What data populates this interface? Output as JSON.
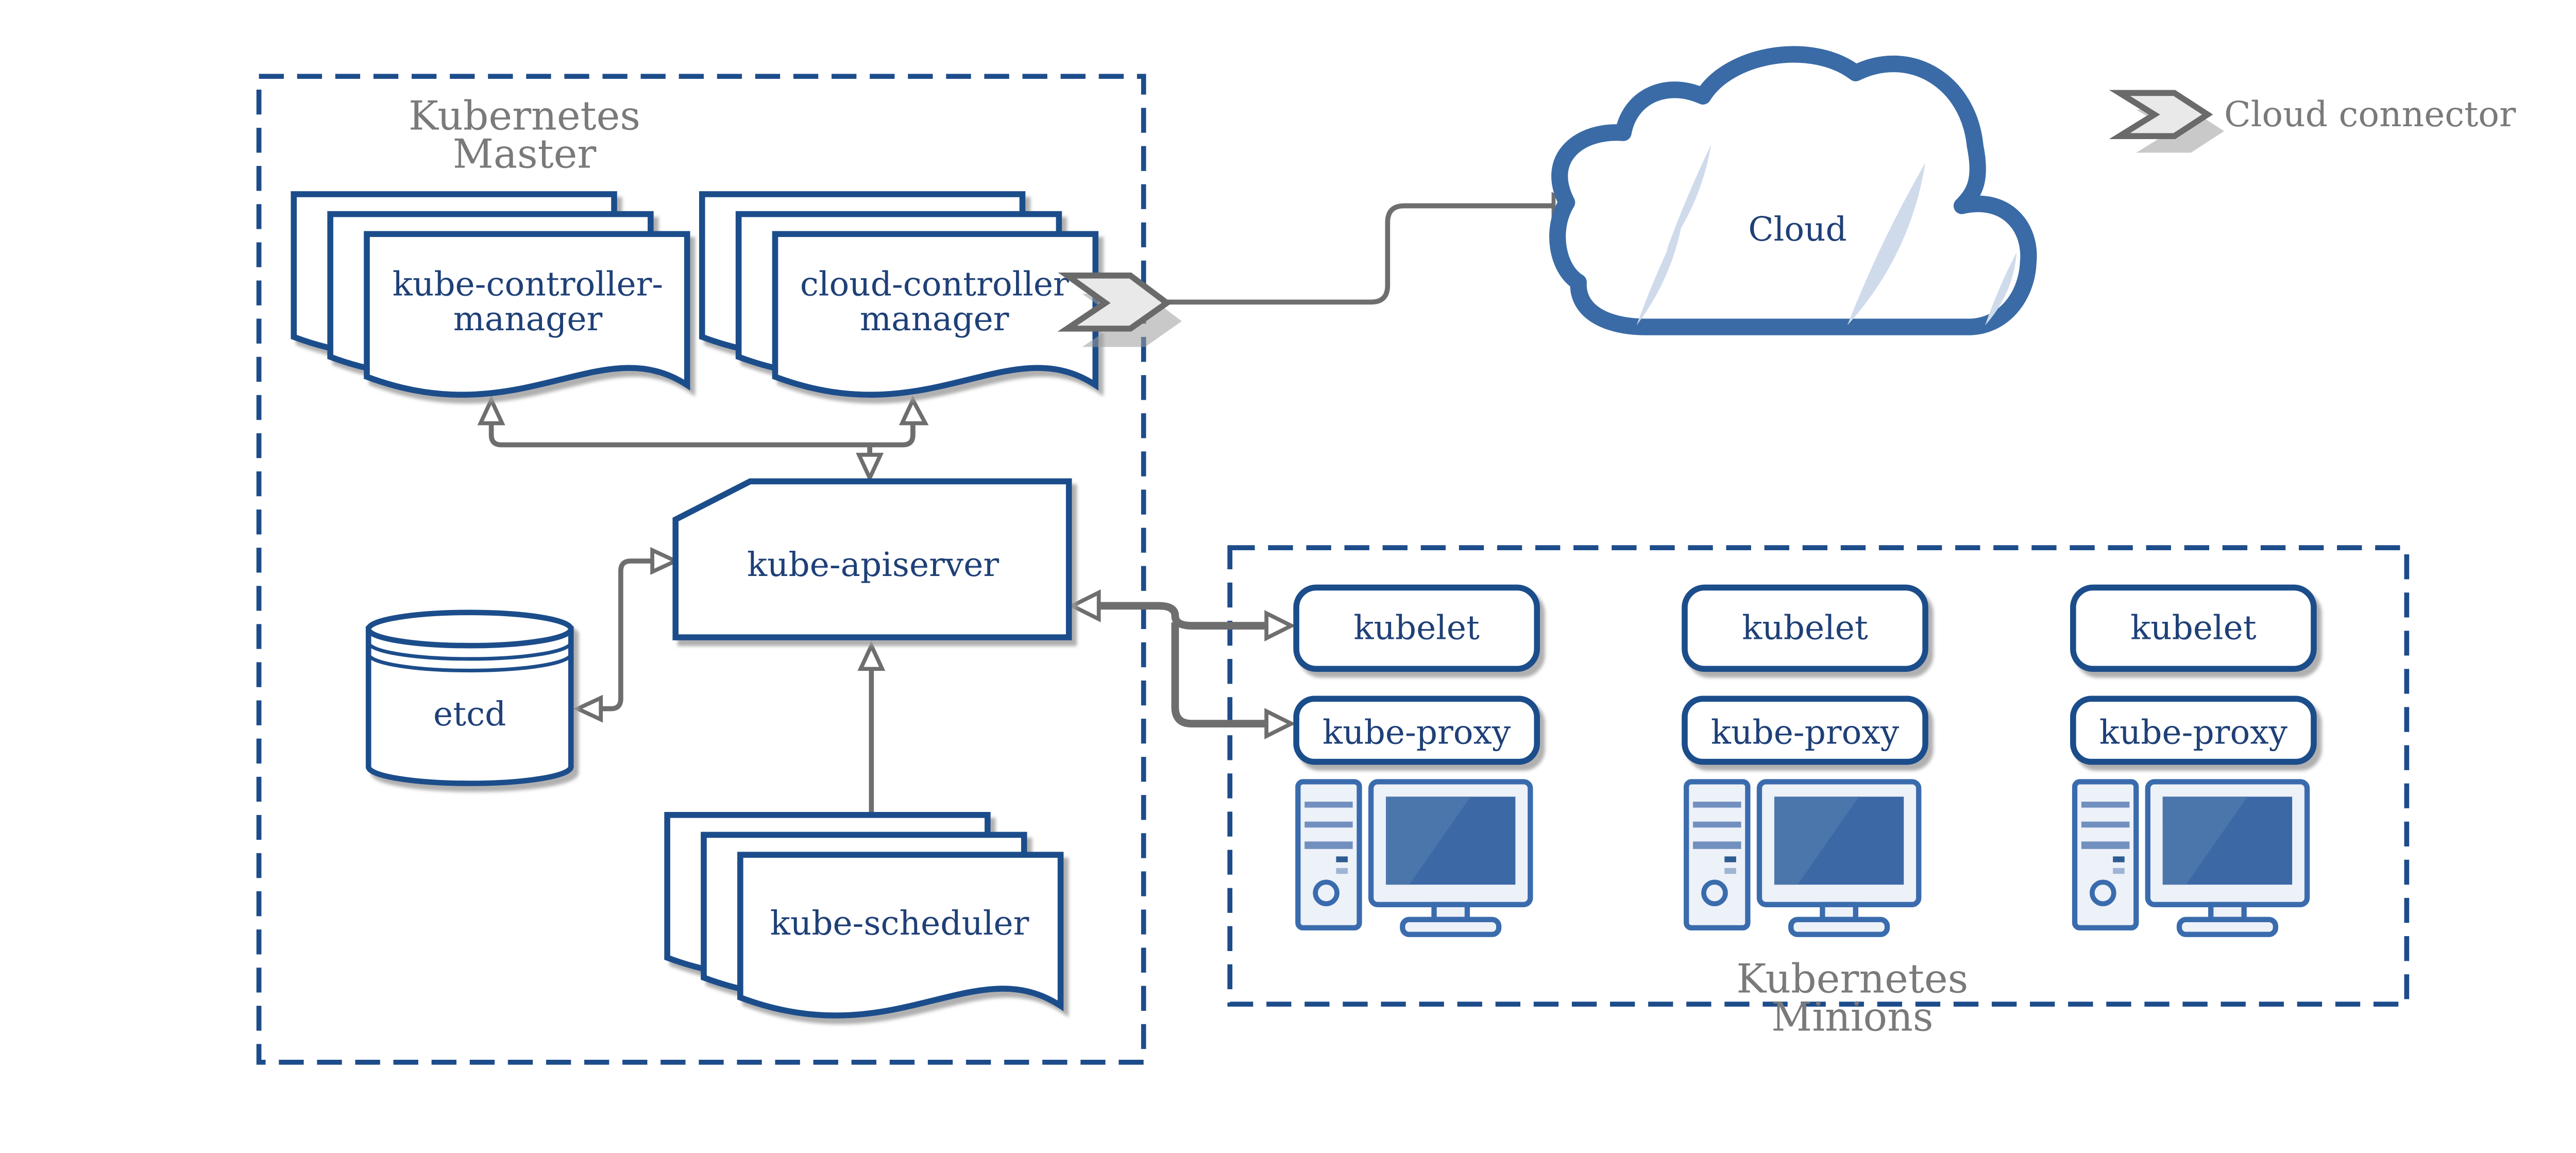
{
  "clusters": {
    "master": {
      "line1": "Kubernetes",
      "line2": "Master"
    },
    "minions": {
      "line1": "Kubernetes",
      "line2": "Minions"
    }
  },
  "nodes": {
    "kube_controller_manager": {
      "line1": "kube-controller-",
      "line2": "manager"
    },
    "cloud_controller_manager": {
      "line1": "cloud-controller",
      "line2": "manager"
    },
    "kube_apiserver": {
      "label": "kube-apiserver"
    },
    "etcd": {
      "label": "etcd"
    },
    "kube_scheduler": {
      "label": "kube-scheduler"
    },
    "cloud": {
      "label": "Cloud"
    }
  },
  "minions": {
    "columns": [
      {
        "kubelet": "kubelet",
        "kube_proxy": "kube-proxy"
      },
      {
        "kubelet": "kubelet",
        "kube_proxy": "kube-proxy"
      },
      {
        "kubelet": "kubelet",
        "kube_proxy": "kube-proxy"
      }
    ]
  },
  "legend": {
    "label": "Cloud connector"
  },
  "colors": {
    "navy-border": "#1e4e8b",
    "navy-text": "#1f4077",
    "gray-text": "#7a7a7a",
    "connector": "#6e6e6e",
    "cloud-stroke": "#3a6ba6",
    "icon-blue": "#3a6cad",
    "screen-blue": "#3c68a6",
    "screen-highlight": "#4b76ac",
    "icon-fill": "#edf1f8",
    "stripe-blue": "#7190bf",
    "crescent": "#cfdbeb",
    "chevron-fill": "#e9e9e9",
    "chevron-stroke": "#6a6a6a",
    "dashed-border": "#1d4c8a",
    "white": "#ffffff"
  }
}
